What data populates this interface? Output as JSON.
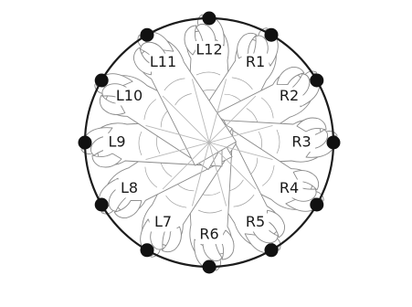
{
  "positions": [
    {
      "id": "L12",
      "label": "L12"
    },
    {
      "id": "R1",
      "label": "R1"
    },
    {
      "id": "R2",
      "label": "R2"
    },
    {
      "id": "R3",
      "label": "R3"
    },
    {
      "id": "R4",
      "label": "R4"
    },
    {
      "id": "R5",
      "label": "R5"
    },
    {
      "id": "R6",
      "label": "R6"
    },
    {
      "id": "L7",
      "label": "L7"
    },
    {
      "id": "L8",
      "label": "L8"
    },
    {
      "id": "L9",
      "label": "L9"
    },
    {
      "id": "L10",
      "label": "L10"
    },
    {
      "id": "L11",
      "label": "L11"
    }
  ]
}
